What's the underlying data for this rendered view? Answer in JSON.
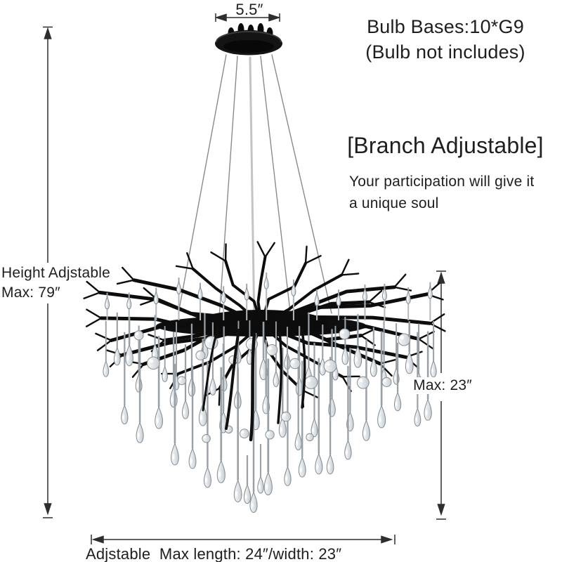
{
  "labels": {
    "canopy_width": "5.5″",
    "bulb_line1": "Bulb Bases:10*G9",
    "bulb_line2": "(Bulb not includes)",
    "branch_title": "[Branch Adjustable]",
    "branch_sub1": "Your participation will give it",
    "branch_sub2": "a unique soul",
    "height_line1": "Height Adjstable",
    "height_line2": "Max: 79″",
    "body_height": "Max: 23″",
    "bottom": "Adjstable  Max length: 24″/width: 23″"
  },
  "illustration": {
    "subject": "black branch chandelier with clear glass teardrop crystals hanging from a round ceiling canopy on five wires",
    "colors": {
      "background": "#ffffff",
      "text": "#1e1e1e",
      "dimension_line": "#2e2e2e",
      "branch_metal": "#0d0d0d",
      "crystal_edge": "#828a90",
      "crystal_fill": "#e4e8eb",
      "wire": "#8a8a8a"
    }
  }
}
